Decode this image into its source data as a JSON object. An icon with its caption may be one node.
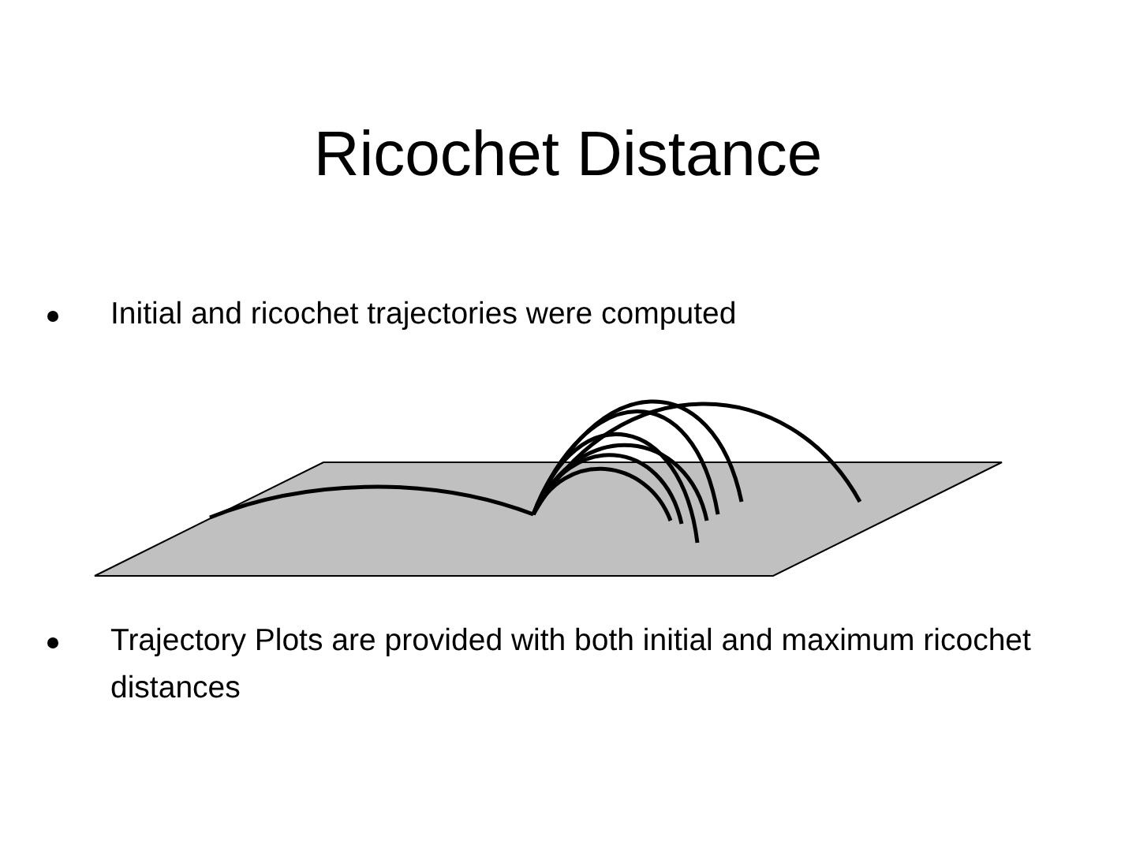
{
  "diagram": {
    "title": "Ricochet Distance",
    "labels": [
      "Initial and ricochet trajectories were computed",
      "Trajectory Plots are provided with both initial and maximum ricochet distances"
    ]
  }
}
